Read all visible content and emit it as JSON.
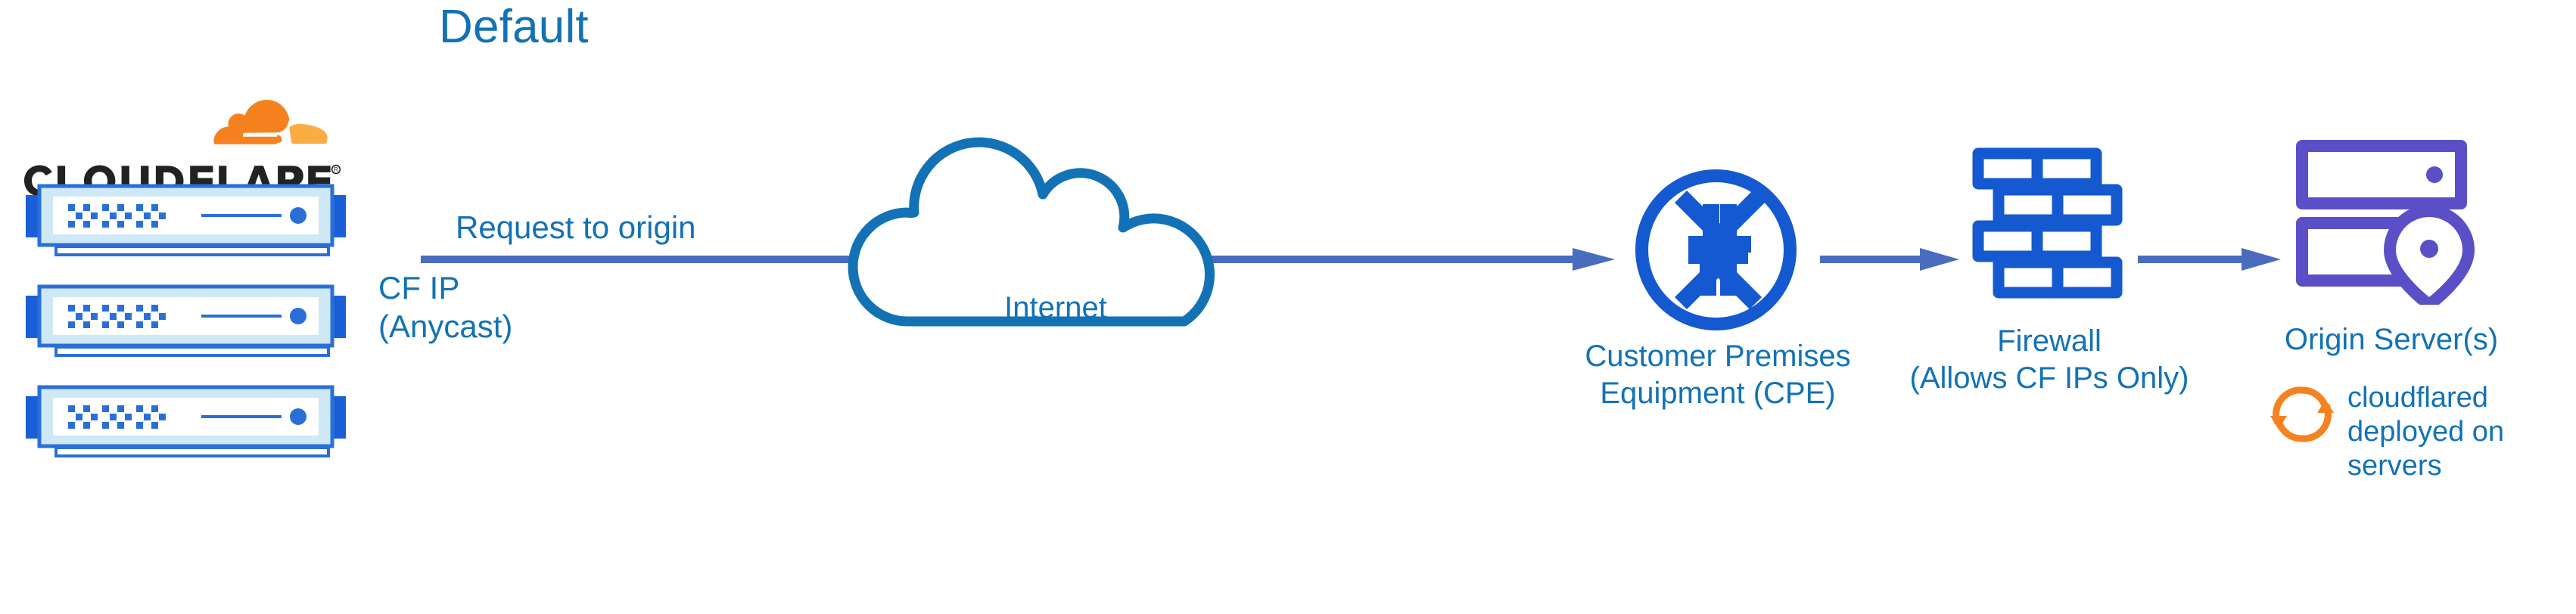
{
  "title": "Default",
  "colors": {
    "cf_blue_text": "#1272b5",
    "cf_orange": "#f6821f",
    "cf_orange_light": "#fbad41",
    "arrow_blue": "#4a6cbf",
    "icon_blue": "#1459cf",
    "server_blue": "#1a5fd8",
    "origin_purple": "#5b4fc7",
    "logo_black": "#222222"
  },
  "brand": {
    "logo_wordmark": "CLOUDFLARE",
    "logo_trademark": "®",
    "logo_icon": "cloudflare-cloud-logo"
  },
  "edge": {
    "servers": [
      {
        "name": "cloudflare-edge-server-1"
      },
      {
        "name": "cloudflare-edge-server-2"
      },
      {
        "name": "cloudflare-edge-server-3"
      }
    ]
  },
  "flow": {
    "request_label": "Request to origin",
    "cf_ip_label_line1": "CF IP",
    "cf_ip_label_line2": "(Anycast)",
    "arrows": [
      {
        "name": "arrow-edge-to-cpe"
      },
      {
        "name": "arrow-cpe-to-firewall"
      },
      {
        "name": "arrow-firewall-to-origin"
      }
    ]
  },
  "nodes": {
    "internet": {
      "label": "Internet",
      "icon": "cloud-icon"
    },
    "cpe": {
      "label_line1": "Customer Premises",
      "label_line2": "Equipment (CPE)",
      "icon": "router-four-arrows-icon"
    },
    "firewall": {
      "label_line1": "Firewall",
      "label_line2": "(Allows CF IPs Only)",
      "icon": "brick-wall-icon"
    },
    "origin": {
      "label": "Origin Server(s)",
      "icon": "server-location-pin-icon",
      "note_icon": "sync-arrows-icon",
      "note_line1": "cloudflared",
      "note_line2": "deployed on",
      "note_line3": "servers"
    }
  }
}
